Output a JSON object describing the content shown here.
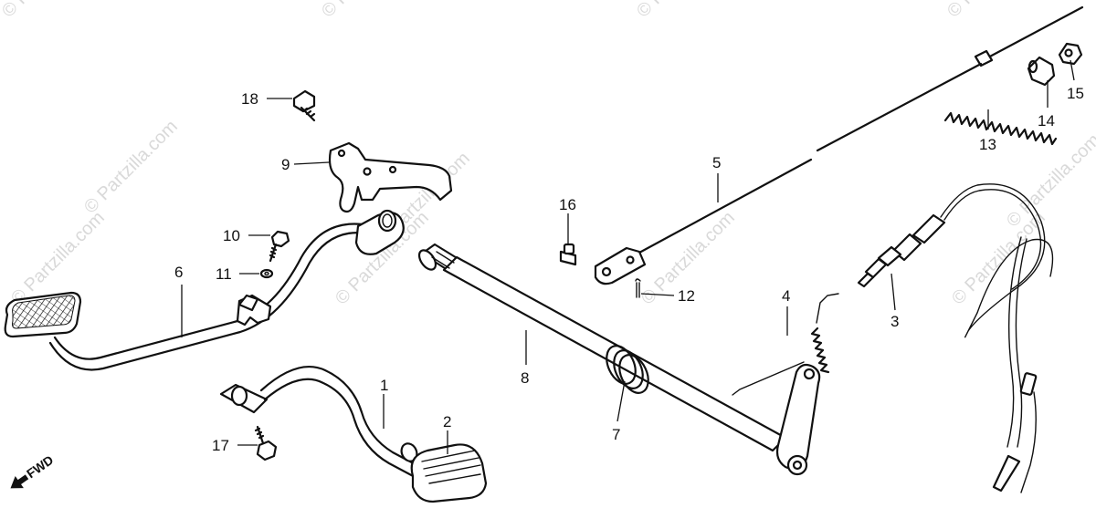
{
  "watermark": {
    "text": "© Partzilla.com",
    "color": "#d9d9d9"
  },
  "orientation": {
    "label": "FWD"
  },
  "callouts": [
    "1",
    "2",
    "3",
    "4",
    "5",
    "6",
    "7",
    "8",
    "9",
    "10",
    "11",
    "12",
    "13",
    "14",
    "15",
    "16",
    "17",
    "18"
  ]
}
